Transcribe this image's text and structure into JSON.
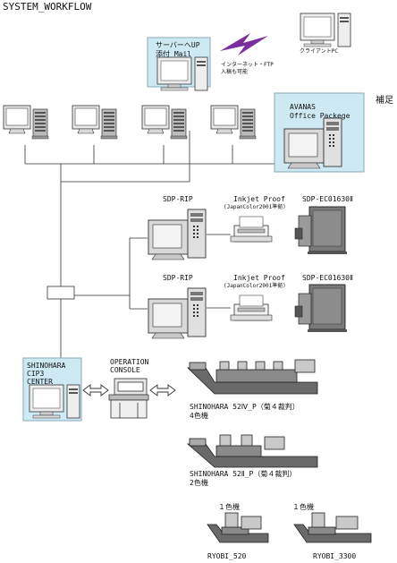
{
  "title": "SYSTEM_WORKFLOW",
  "side_note": "補足",
  "server": {
    "line1": "サーバーへUP",
    "line2": "添付 Mail"
  },
  "internet": {
    "line1": "インターネット・FTP",
    "line2": "入稿も可能"
  },
  "client_pc": "クライアントPC",
  "avanas": {
    "line1": "AVANAS",
    "line2": "Office Packege"
  },
  "rip_rows": [
    {
      "rip": "SDP-RIP",
      "proof": "Inkjet Proof",
      "proof_note": "(JapanColor2001準拠)",
      "press": "SDP-EC01630Ⅱ"
    },
    {
      "rip": "SDP-RIP",
      "proof": "Inkjet Proof",
      "proof_note": "(JapanColor2001準拠)",
      "press": "SDP-EC01630Ⅱ"
    }
  ],
  "cip3": {
    "line1": "SHINOHARA",
    "line2": "CIP3",
    "line3": "CENTER"
  },
  "console": {
    "line1": "OPERATION",
    "line2": "CONSOLE"
  },
  "presses": [
    {
      "name": "SHINOHARA 52Ⅳ_P（菊４裁判）",
      "sub": "4色機"
    },
    {
      "name": "SHINOHARA 52Ⅱ_P（菊４裁判）",
      "sub": "2色機"
    }
  ],
  "ryobi": [
    {
      "top": "１色機",
      "name": "RYOBI_520"
    },
    {
      "top": "１色機",
      "name": "RYOBI_3300"
    }
  ],
  "colors": {
    "box_fill": "#cde9f4",
    "box_stroke": "#8aa9b9",
    "bolt": "#7a2ea0",
    "press_dark": "#6a6a6a",
    "press_light": "#c9c9c9"
  }
}
